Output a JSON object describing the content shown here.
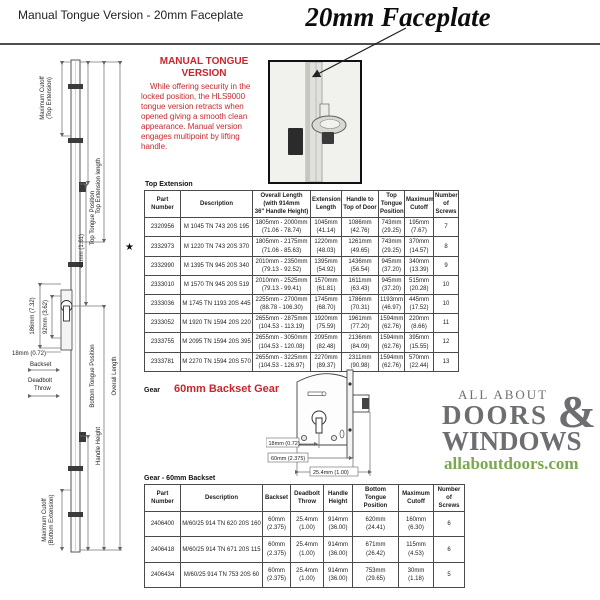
{
  "header": {
    "title": "Manual Tongue Version - 20mm Faceplate",
    "big_title": "20mm Faceplate"
  },
  "intro": {
    "heading": "MANUAL TONGUE\nVERSION",
    "body": "While offering security in the locked position, the HLS9000 tongue version retracts when opened giving a smooth clean appearance. Manual version engages multipoint by lifting handle."
  },
  "marker": {
    "star": "★"
  },
  "sections": {
    "top_extension": "Top Extension",
    "gear_black": "Gear",
    "gear_red": "60mm Backset Gear",
    "bottom": "Gear - 60mm Backset"
  },
  "left_diagram": {
    "max_cutoff_top_1": "Maximum Cutoff",
    "max_cutoff_top_2": "(Top Extension)",
    "top_tongue_position": "Top Tongue Position",
    "top_extension_length": "Top Extension length",
    "overall_length": "Overall Length",
    "handle_height": "Handle Height",
    "bottom_tongue_position": "Bottom Tongue Position",
    "dim_41": "41mm (1.61)",
    "dim_186": "186mm (7.32)",
    "dim_92": "92mm (3.62)",
    "dim_18": "18mm (0.72)",
    "backset": "Backset",
    "deadbolt_1": "Deadbolt",
    "deadbolt_2": "Throw",
    "max_cutoff_bottom_1": "Maximum Cutoff",
    "max_cutoff_bottom_2": "(Bottom Extension)"
  },
  "top_table": {
    "columns": [
      "Part\nNumber",
      "Description",
      "Overall Length\n(with 914mm\n36\" Handle Height)",
      "Extension\nLength",
      "Handle to\nTop of Door",
      "Top\nTongue\nPosition",
      "Maximum\nCutoff",
      "Number\nof\nScrews"
    ],
    "rows": [
      [
        "2320956",
        "M 1045 TN 743 20S 195",
        "1805mm - 2000mm\n(71.06 - 78.74)",
        "1045mm\n(41.14)",
        "1086mm\n(42.76)",
        "743mm\n(29.25)",
        "195mm\n(7.67)",
        "7"
      ],
      [
        "2332973",
        "M 1220 TN 743 20S 370",
        "1805mm - 2175mm\n(71.06 - 85.63)",
        "1220mm\n(48.03)",
        "1261mm\n(49.65)",
        "743mm\n(29.25)",
        "370mm\n(14.57)",
        "8"
      ],
      [
        "2332990",
        "M 1395 TN 945 20S 340",
        "2010mm - 2350mm\n(79.13 - 92.52)",
        "1395mm\n(54.92)",
        "1436mm\n(56.54)",
        "945mm\n(37.20)",
        "340mm\n(13.39)",
        "9"
      ],
      [
        "2333010",
        "M 1570 TN 945 20S 519",
        "2010mm - 2525mm\n(79.13 - 99.41)",
        "1570mm\n(61.81)",
        "1611mm\n(63.43)",
        "945mm\n(37.20)",
        "515mm\n(20.28)",
        "10"
      ],
      [
        "2333036",
        "M 1745 TN 1193 20S 445",
        "2255mm - 2700mm\n(88.78 - 106.30)",
        "1745mm\n(68.70)",
        "1786mm\n(70.31)",
        "1193mm\n(46.97)",
        "445mm\n(17.52)",
        "10"
      ],
      [
        "2333052",
        "M 1920 TN 1594 20S 220",
        "2655mm - 2875mm\n(104.53 - 113.19)",
        "1920mm\n(75.59)",
        "1961mm\n(77.20)",
        "1594mm\n(62.76)",
        "220mm\n(8.66)",
        "11"
      ],
      [
        "2333755",
        "M 2095 TN 1594 20S 395",
        "2655mm - 3050mm\n(104.53 - 120.08)",
        "2095mm\n(82.48)",
        "2136mm\n(84.09)",
        "1594mm\n(62.76)",
        "395mm\n(15.55)",
        "12"
      ],
      [
        "2333781",
        "M 2270 TN 1594 20S 570",
        "2655mm - 3225mm\n(104.53 - 126.97)",
        "2270mm\n(89.37)",
        "2311mm\n(90.98)",
        "1594mm\n(62.76)",
        "570mm\n(22.44)",
        "13"
      ]
    ]
  },
  "gear_dims": {
    "d18": "18mm (0.72)",
    "d60": "60mm (2.375)",
    "d254": "25.4mm (1.00)"
  },
  "gear_table": {
    "columns": [
      "Part\nNumber",
      "Description",
      "Backset",
      "Deadbolt\nThrow",
      "Handle\nHeight",
      "Bottom Tongue\nPosition",
      "Maximum\nCutoff",
      "Number of\nScrews"
    ],
    "rows": [
      [
        "2406400",
        "M/60/25 914 TN 620 20S 160",
        "60mm\n(2.375)",
        "25.4mm\n(1.00)",
        "914mm\n(36.00)",
        "620mm\n(24.41)",
        "160mm\n(6.30)",
        "6"
      ],
      [
        "2406418",
        "M/60/25 914 TN 671 20S 115",
        "60mm\n(2.375)",
        "25.4mm\n(1.00)",
        "914mm\n(36.00)",
        "671mm\n(26.42)",
        "115mm\n(4.53)",
        "6"
      ],
      [
        "2406434",
        "M/60/25 914 TN 753 20S 60",
        "60mm\n(2.375)",
        "25.4mm\n(1.00)",
        "914mm\n(36.00)",
        "753mm\n(29.65)",
        "30mm\n(1.18)",
        "5"
      ]
    ]
  },
  "logo": {
    "line1": "ALL ABOUT",
    "line2": "DOORS",
    "amp": "&",
    "line3": "WINDOWS",
    "url": "allaboutdoors.com",
    "gray": "#6d6e71",
    "green": "#7ba84f",
    "accent_red": "#c8262c"
  }
}
